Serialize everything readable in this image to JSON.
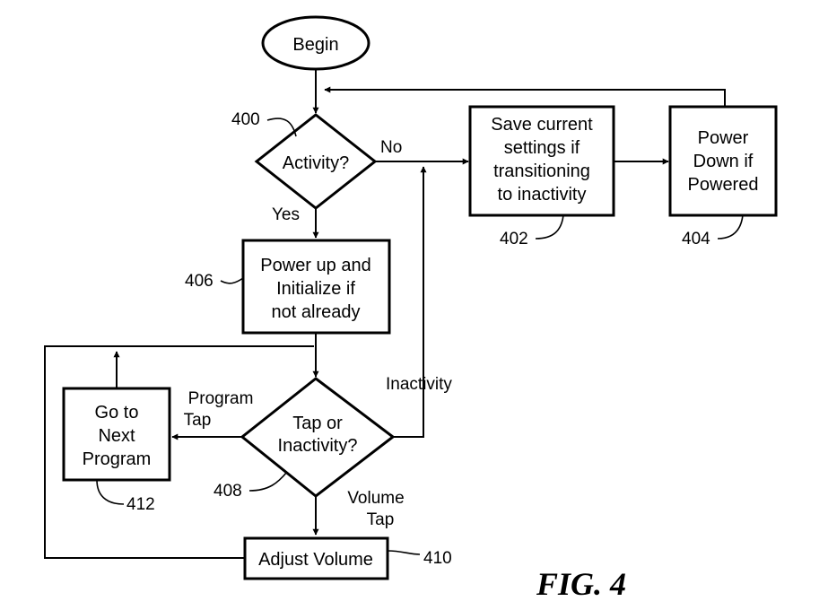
{
  "figure_label": "FIG. 4",
  "nodes": {
    "begin": {
      "lines": [
        "Begin"
      ]
    },
    "n400": {
      "ref": "400",
      "lines": [
        "Activity?"
      ]
    },
    "n402": {
      "ref": "402",
      "lines": [
        "Save current",
        "settings if",
        "transitioning",
        "to inactivity"
      ]
    },
    "n404": {
      "ref": "404",
      "lines": [
        "Power",
        "Down if",
        "Powered"
      ]
    },
    "n406": {
      "ref": "406",
      "lines": [
        "Power up and",
        "Initialize if",
        "not already"
      ]
    },
    "n408": {
      "ref": "408",
      "lines": [
        "Tap or",
        "Inactivity?"
      ]
    },
    "n410": {
      "ref": "410",
      "lines": [
        "Adjust Volume"
      ]
    },
    "n412": {
      "ref": "412",
      "lines": [
        "Go to",
        "Next",
        "Program"
      ]
    }
  },
  "edge_labels": {
    "no": "No",
    "yes": "Yes",
    "inactivity": "Inactivity",
    "program_tap": [
      "Program",
      "Tap"
    ],
    "volume_tap": [
      "Volume",
      "Tap"
    ]
  }
}
